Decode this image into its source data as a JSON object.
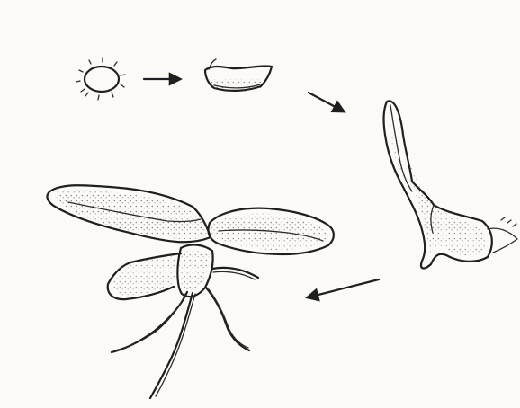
{
  "diagram": {
    "stages": [
      {
        "name": "spore"
      },
      {
        "name": "early-prothallus"
      },
      {
        "name": "elongated-prothallus"
      },
      {
        "name": "mature-gametophyte"
      }
    ],
    "arrows": [
      {
        "from": "spore",
        "to": "early-prothallus"
      },
      {
        "from": "early-prothallus",
        "to": "elongated-prothallus"
      },
      {
        "from": "elongated-prothallus",
        "to": "mature-gametophyte"
      }
    ]
  }
}
